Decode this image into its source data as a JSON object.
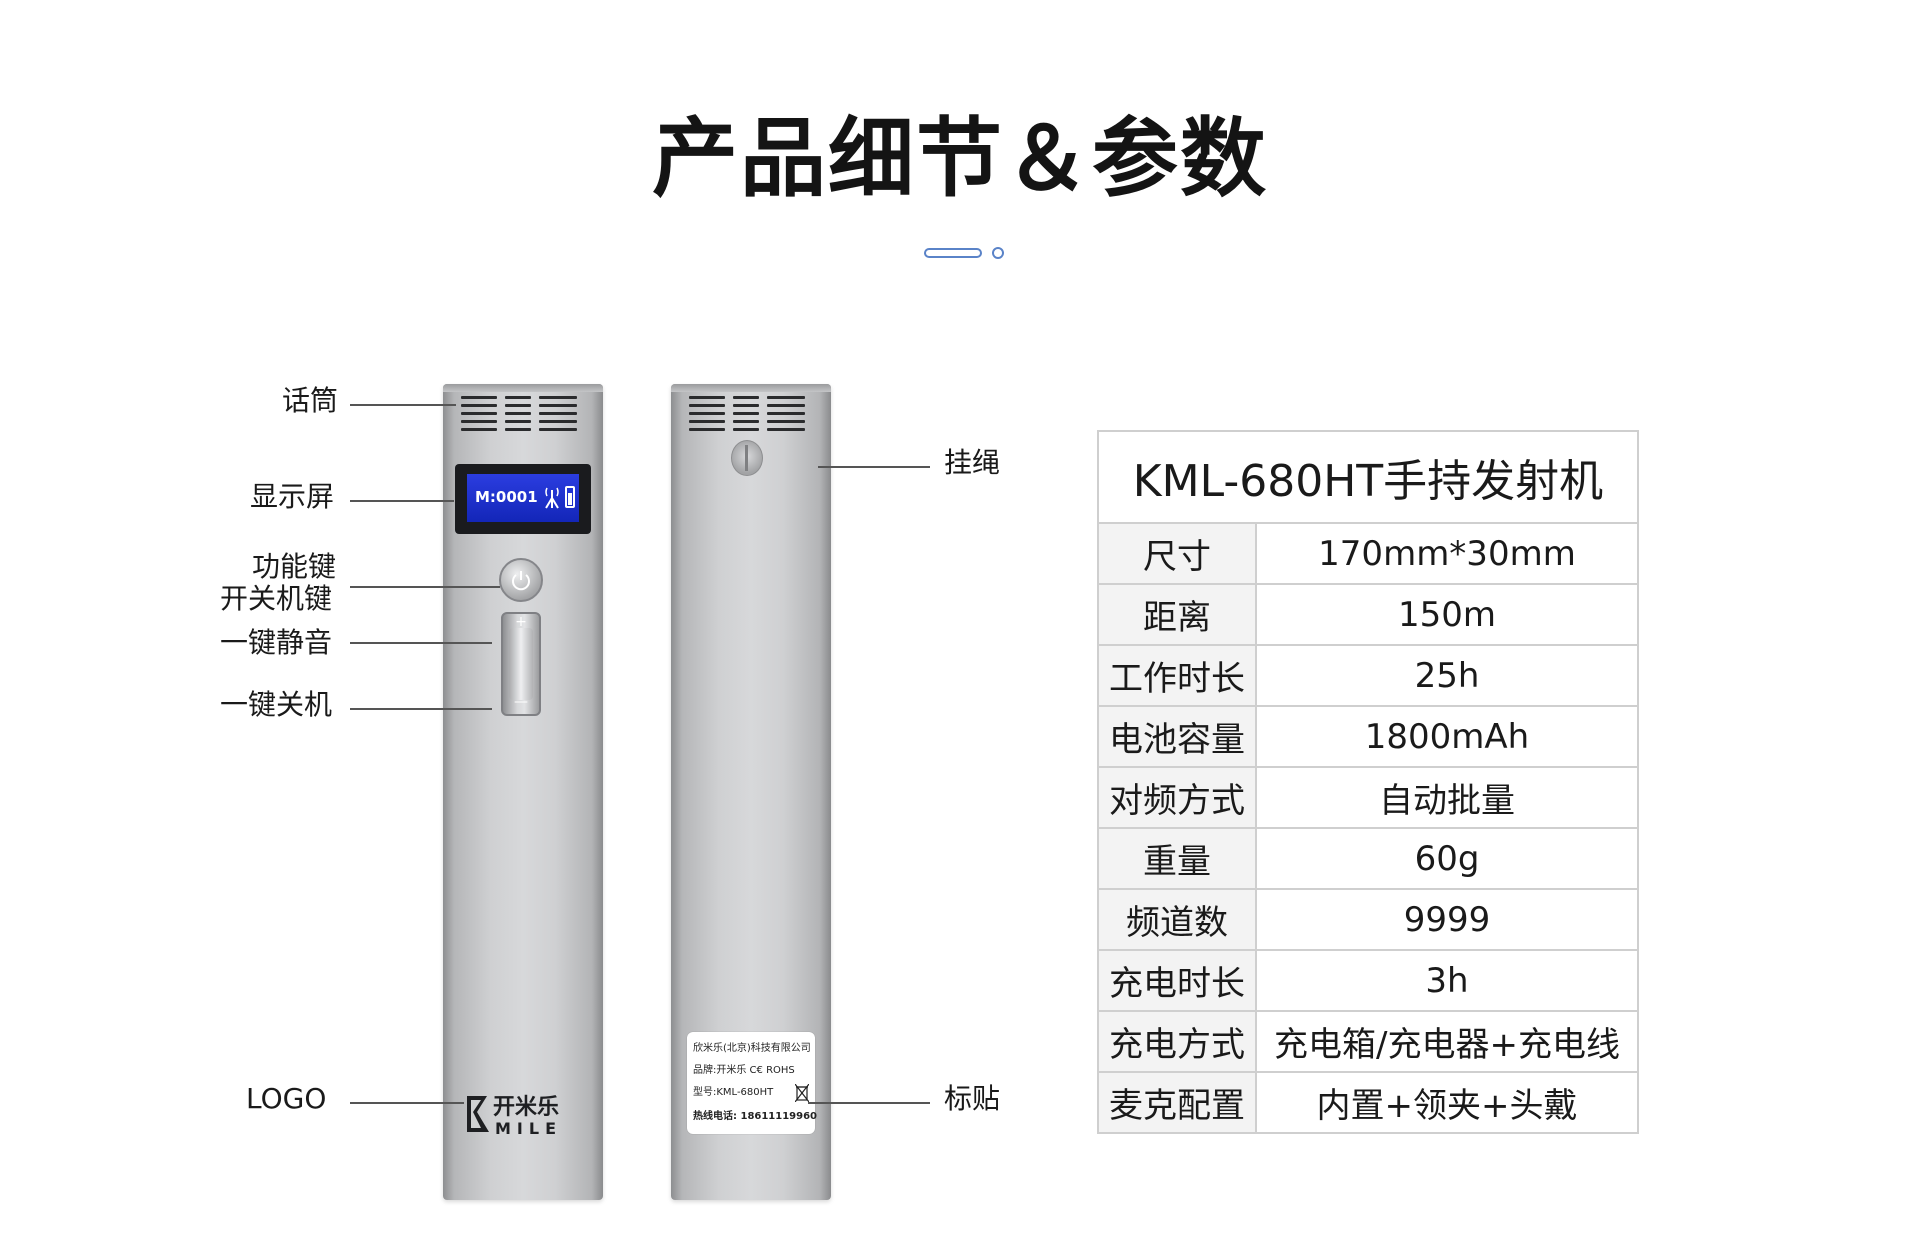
{
  "page": {
    "title": "产品细节＆参数",
    "accent_color": "#5a83c8"
  },
  "front_device": {
    "screen_text": "M:0001",
    "logo_text": "开米乐",
    "logo_subtext": "MILE",
    "rocker_plus": "+",
    "rocker_minus": "—"
  },
  "back_device": {
    "sticker": {
      "line1": "欣米乐(北京)科技有限公司",
      "line2": "品牌:开米乐 C€ ROHS",
      "line3": "型号:KML-680HT",
      "line4": "热线电话: 18611119960"
    }
  },
  "callouts": {
    "left": [
      "话筒",
      "显示屏",
      "功能键",
      "开关机键",
      "一键静音",
      "一键关机",
      "LOGO"
    ],
    "right": [
      "挂绳",
      "标贴"
    ]
  },
  "spec": {
    "title": "KML-680HT手持发射机",
    "rows": [
      {
        "key": "尺寸",
        "value": "170mm*30mm"
      },
      {
        "key": "距离",
        "value": "150m"
      },
      {
        "key": "工作时长",
        "value": "25h"
      },
      {
        "key": "电池容量",
        "value": "1800mAh"
      },
      {
        "key": "对频方式",
        "value": "自动批量"
      },
      {
        "key": "重量",
        "value": "60g"
      },
      {
        "key": "频道数",
        "value": "9999"
      },
      {
        "key": "充电时长",
        "value": "3h"
      },
      {
        "key": "充电方式",
        "value": "充电箱/充电器+充电线"
      },
      {
        "key": "麦克配置",
        "value": "内置+领夹+头戴"
      }
    ]
  }
}
